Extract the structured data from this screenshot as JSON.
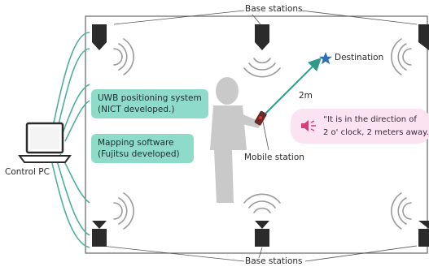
{
  "labels": {
    "base_stations_top": "Base stations",
    "base_stations_bottom": "Base stations",
    "control_pc": "Control PC",
    "destination": "Destination",
    "distance": "2m",
    "mobile_station": "Mobile station"
  },
  "boxes": {
    "uwb": [
      "UWB positioning system",
      "(NICT developed.)"
    ],
    "mapping": [
      "Mapping software",
      "(Fujitsu developed)"
    ]
  },
  "speech": [
    "“It is in the direction of",
    "2 o' clock, 2 meters away.”"
  ],
  "colors": {
    "box_fill": "#8fdbc9",
    "arrow": "#2f9a8a",
    "cable": "#4fae9a",
    "destination_star": "#2f6fb6",
    "speech_fill": "#fbe3f1",
    "speaker_icon": "#d0407a",
    "person": "#c9c9c9",
    "base_station": "#2b2b2b"
  }
}
